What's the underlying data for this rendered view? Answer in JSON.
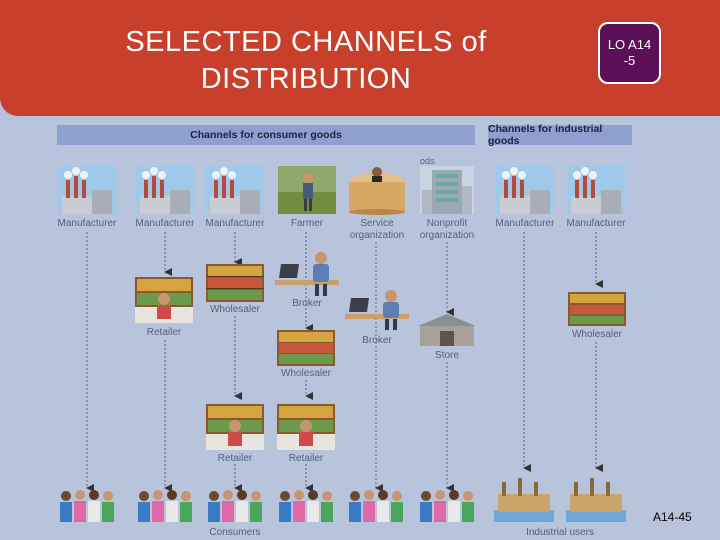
{
  "header": {
    "title_line1": "SELECTED CHANNELS of",
    "title_line2": "DISTRIBUTION",
    "lo_line1": "LO A14",
    "lo_line2": "-5"
  },
  "sections": {
    "consumer": "Channels for consumer goods",
    "industrial": "Channels for industrial goods"
  },
  "cropped_text": "ods.",
  "labels": {
    "manufacturer": "Manufacturer",
    "farmer": "Farmer",
    "service_org_1": "Service",
    "service_org_2": "organization",
    "nonprofit_1": "Nonprofit",
    "nonprofit_2": "organization",
    "retailer": "Retailer",
    "wholesaler": "Wholesaler",
    "broker": "Broker",
    "store": "Store",
    "consumers": "Consumers",
    "industrial_users": "Industrial users"
  },
  "footer": {
    "slide_number": "A14-45"
  },
  "colors": {
    "title_bg": "#c8402b",
    "lo_badge_bg": "#5a0f57",
    "background": "#b8c3dc",
    "section_bar": "#8f9fd0"
  }
}
